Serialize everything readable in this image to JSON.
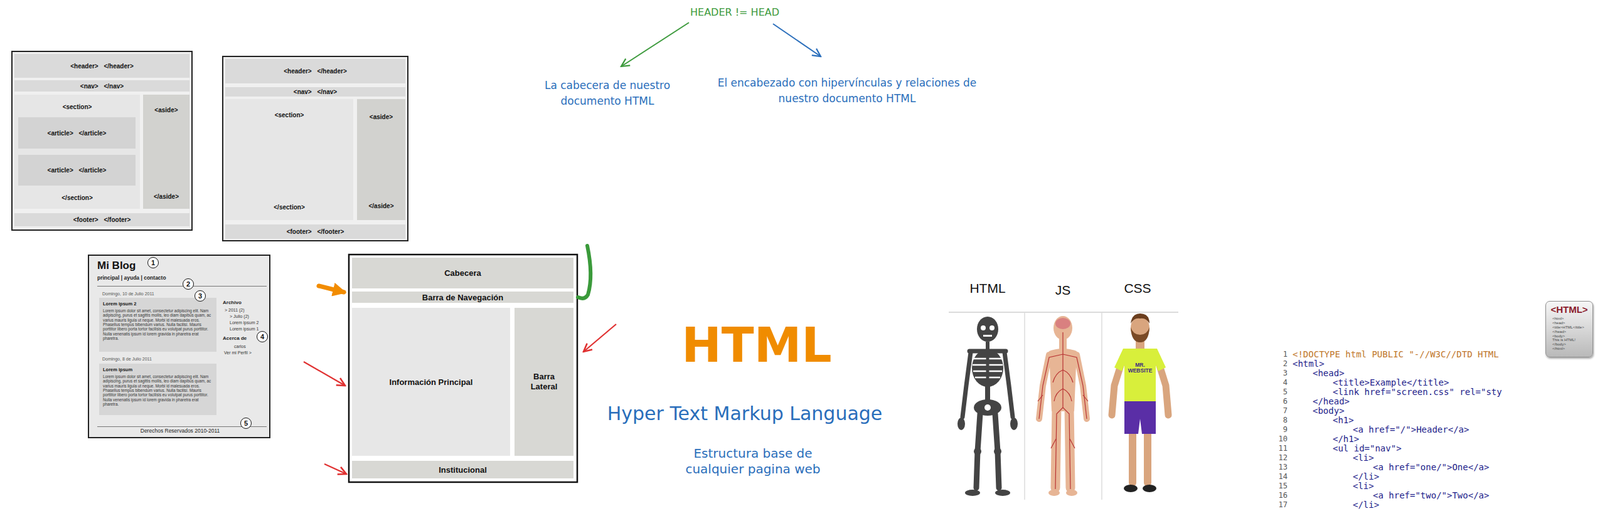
{
  "diagram": {
    "nodes": [
      {
        "text": [
          "<header> </header>"
        ]
      },
      {
        "text": [
          "<nav> </nav>"
        ]
      },
      {
        "text": [
          "<section>",
          "</section>"
        ]
      },
      {
        "text": [
          "<article> </article>"
        ],
        "in": 2
      },
      {
        "text": [
          "<article> </article>"
        ],
        "in": 2
      },
      {
        "text": [
          "<aside>",
          "</aside>"
        ]
      },
      {
        "text": [
          "<footer> </footer>"
        ]
      },
      {
        "text": [
          "<header> </header>"
        ]
      },
      {
        "text": [
          "<nav> </nav>"
        ]
      },
      {
        "text": [
          "<section>",
          "</section>"
        ]
      },
      {
        "text": [
          "<aside>",
          "</aside>"
        ]
      },
      {
        "text": [
          "<footer> </footer>"
        ]
      },
      {
        "text": [
          "Mi Blog",
          "principal | ayuda | contacto",
          "Domingo, 10 de Julio 2011",
          "Archivo",
          "> 2011 (2)",
          "> Julio (2)",
          "Lorem ipsum 2",
          "Lorem ipsum 1",
          "Acerca de",
          "carlos",
          "Ver mi Perfil >",
          "Domingo, 8 de Julio 2011",
          "Derechos Reservados 2010-2011"
        ]
      },
      {
        "text": [
          "1"
        ],
        "in": 12
      },
      {
        "text": [
          "2"
        ],
        "in": 12
      },
      {
        "text": [
          "Lorem ipsum 2",
          "Lorem ipsum dolor sit amet, consectetur adipiscing elit. Nam adipiscing, purus et sagittis mollis, leo diam dapibus quam, ac varius mauris ligula ut neque. Morbi id malesuada eros. Phasellus tempus bibendum varius. Nulla facilisi. Mauris porttitor libero porta tortor facilisis eu volutpat purus porttitor. Nulla venenatis ipsum id lorem gravida in pharetra erat pharetra."
        ],
        "in": 12
      },
      {
        "text": [
          "3"
        ],
        "in": 12
      },
      {
        "text": [
          "4"
        ],
        "in": 12
      },
      {
        "text": [
          "Lorem ipsum",
          "Lorem ipsum dolor sit amet, consectetur adipiscing elit. Nam adipiscing, purus et sagittis mollis, leo diam dapibus quam, ac varius mauris ligula ut neque. Morbi id malesuada eros. Phasellus tempus bibendum varius. Nulla facilisi. Mauris porttitor libero porta tortor facilisis eu volutpat purus porttitor. Nulla venenatis ipsum id lorem gravida in pharetra erat pharetra."
        ],
        "in": 12
      },
      {
        "text": [
          "5"
        ],
        "in": 12
      },
      {
        "text": [
          "Cabecera"
        ]
      },
      {
        "text": [
          "Barra de Navegación"
        ]
      },
      {
        "text": [
          "Información Principal"
        ]
      },
      {
        "text": [
          "Barra Lateral"
        ]
      },
      {
        "text": [
          "Institucional"
        ]
      },
      {
        "text": [
          "<HTML>",
          "<html>",
          "<head>",
          "<title>HTML</title>",
          "</head>",
          "<body>",
          "This is HTML!",
          "</body>",
          "</html>"
        ]
      }
    ],
    "labels": [
      "HEADER != HEAD",
      "La cabecera de nuestro documento HTML",
      "El encabezado con hipervínculas y relaciones de nuestro documento HTML",
      "HTML",
      "Hyper Text Markup Language",
      "Estructura base de cualquier pagina web",
      "HTML",
      "JS",
      "CSS",
      "MR. WEBSITE",
      "1",
      "2",
      "3",
      "4",
      "5",
      "6",
      "7",
      "8",
      "9",
      "10",
      "11",
      "12",
      "13",
      "14",
      "15",
      "16",
      "17",
      "<!DOCTYPE html PUBLIC \"-//W3C//DTD HTML",
      "<html>",
      "<head>",
      "<title>Example</title>",
      "<link href=\"screen.css\" rel=\"sty",
      "</head>",
      "<body>",
      "<h1>",
      "<a href=\"/\">Header</a>",
      "</h1>",
      "<ul id=\"nav\">",
      "<li>",
      "<a href=\"one/\">One</a>",
      "</li>",
      "<li>",
      "<a href=\"two/\">Two</a>",
      "</li>"
    ]
  }
}
